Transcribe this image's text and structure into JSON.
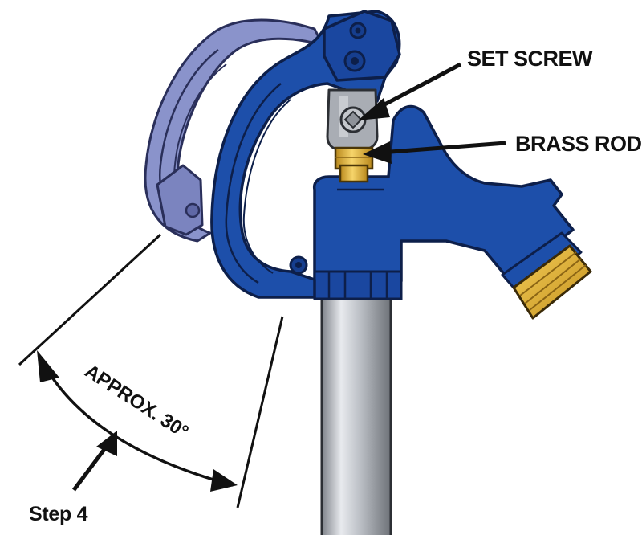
{
  "labels": {
    "set_screw": "SET SCREW",
    "brass_rod": "BRASS ROD",
    "angle": "APPROX. 30°",
    "step": "Step 4"
  },
  "colors": {
    "hydrant_blue": "#1d4faa",
    "hydrant_blue_dark": "#123a84",
    "handle_ghost": "#7f88c3",
    "brass": "#e9b93c",
    "pipe_silver": "#b9bcc2",
    "linkage_gray": "#a9adb4",
    "ink": "#111111"
  }
}
